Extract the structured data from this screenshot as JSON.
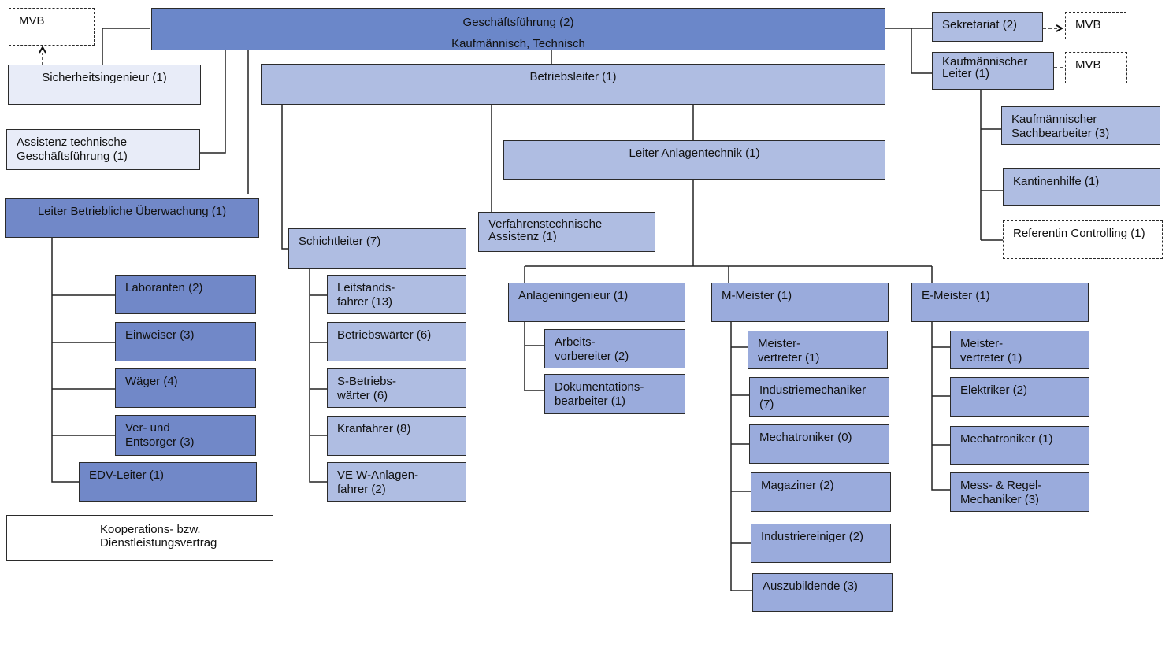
{
  "nodes": {
    "mvb1": {
      "line1": "MVB"
    },
    "gf": {
      "line1": "Geschäftsführung (2)",
      "line2": "Kaufmännisch, Technisch"
    },
    "sekretariat": {
      "line1": "Sekretariat (2)"
    },
    "mvb2": {
      "line1": "MVB"
    },
    "kaufm_leiter": {
      "line1": "Kaufmännischer",
      "line2": "Leiter (1)"
    },
    "mvb3": {
      "line1": "MVB"
    },
    "sicherheit": {
      "line1": "Sicherheitsingenieur (1)"
    },
    "betriebsleiter": {
      "line1": "Betriebsleiter (1)"
    },
    "assistenz": {
      "line1": "Assistenz technische",
      "line2": "Geschäftsführung (1)"
    },
    "kaufm_sach": {
      "line1": "Kaufmännischer",
      "line2": "Sachbearbeiter  (3)"
    },
    "leiter_anlagen": {
      "line1": "Leiter Anlagentechnik (1)"
    },
    "kantine": {
      "line1": "Kantinenhilfe (1)"
    },
    "leiter_ueberw": {
      "line1": "Leiter Betriebliche Überwachung (1)"
    },
    "verfahren": {
      "line1": "Verfahrenstechnische",
      "line2": "Assistenz (1)"
    },
    "referentin": {
      "line1": "Referentin Controlling (1)"
    },
    "schichtleiter": {
      "line1": "Schichtleiter (7)"
    },
    "laboranten": {
      "line1": "Laboranten (2)"
    },
    "leitstand": {
      "line1": "Leitstands-",
      "line2": "fahrer (13)"
    },
    "anlageningenieur": {
      "line1": "Anlageningenieur (1)"
    },
    "mmeister": {
      "line1": "M-Meister (1)"
    },
    "emeister": {
      "line1": "E-Meister (1)"
    },
    "einweiser": {
      "line1": "Einweiser (3)"
    },
    "betriebswaerter": {
      "line1": "Betriebswärter (6)"
    },
    "arbeitsvorb": {
      "line1": "Arbeits-",
      "line2": "vorbereiter (2)"
    },
    "m_meistervertr": {
      "line1": "Meister-",
      "line2": "vertreter (1)"
    },
    "e_meistervertr": {
      "line1": "Meister-",
      "line2": "vertreter (1)"
    },
    "waeger": {
      "line1": "Wäger (4)"
    },
    "sbetriebs": {
      "line1": "S-Betriebs-",
      "line2": "wärter (6)"
    },
    "doku": {
      "line1": "Dokumentations-",
      "line2": "bearbeiter (1)"
    },
    "industriemech": {
      "line1": "Industriemechaniker",
      "line2": "(7)"
    },
    "elektriker": {
      "line1": "Elektriker (2)"
    },
    "verentsorger": {
      "line1": "Ver- und",
      "line2": "Entsorger (3)"
    },
    "kranfahrer": {
      "line1": "Kranfahrer (8)"
    },
    "mechatr_m": {
      "line1": "Mechatroniker (0)"
    },
    "mechatr_e": {
      "line1": "Mechatroniker (1)"
    },
    "edv": {
      "line1": "EDV-Leiter (1)"
    },
    "vew": {
      "line1": "VE W-Anlagen-",
      "line2": "fahrer (2)"
    },
    "messregel": {
      "line1": "Mess- & Regel-",
      "line2": "Mechaniker (3)"
    },
    "magaziner": {
      "line1": "Magaziner (2)"
    },
    "industriereiniger": {
      "line1": "Industriereiniger (2)"
    },
    "azubi": {
      "line1": "Auszubildende (3)"
    }
  },
  "legend": {
    "line1": "Kooperations- bzw.",
    "line2": "Dienstleistungsvertrag"
  },
  "colors": {
    "top": "#6b87c9",
    "dark": "#7188c8",
    "mid": "#9aabdc",
    "light": "#afbde2",
    "pale": "#e8ecf8"
  }
}
